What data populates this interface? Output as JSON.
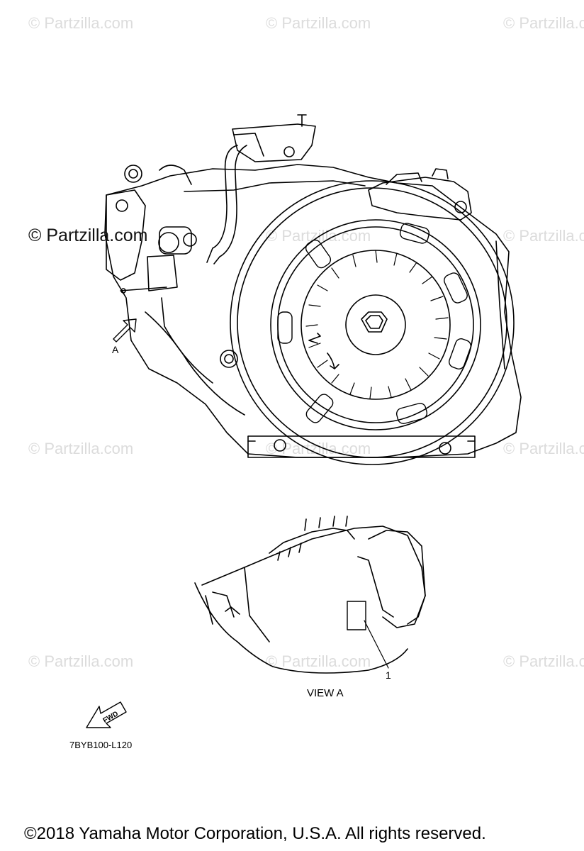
{
  "watermarks": [
    "© Partzilla.com",
    "© Partzilla.com",
    "© Partzilla.com",
    "© Partzilla.com",
    "© Partzilla.com",
    "© Partzilla.com",
    "© Partzilla.com",
    "© Partzilla.com",
    "© Partzilla.com",
    "© Partzilla.com",
    "© Partzilla.com"
  ],
  "brand_watermark": "© Partzilla.com",
  "labels": {
    "view_arrow": "A",
    "callout_1": "1",
    "view_title": "VIEW A",
    "fwd": "FWD",
    "diagram_code": "7BYB100-L120"
  },
  "copyright": "©2018  Yamaha Motor Corporation, U.S.A. All rights reserved."
}
